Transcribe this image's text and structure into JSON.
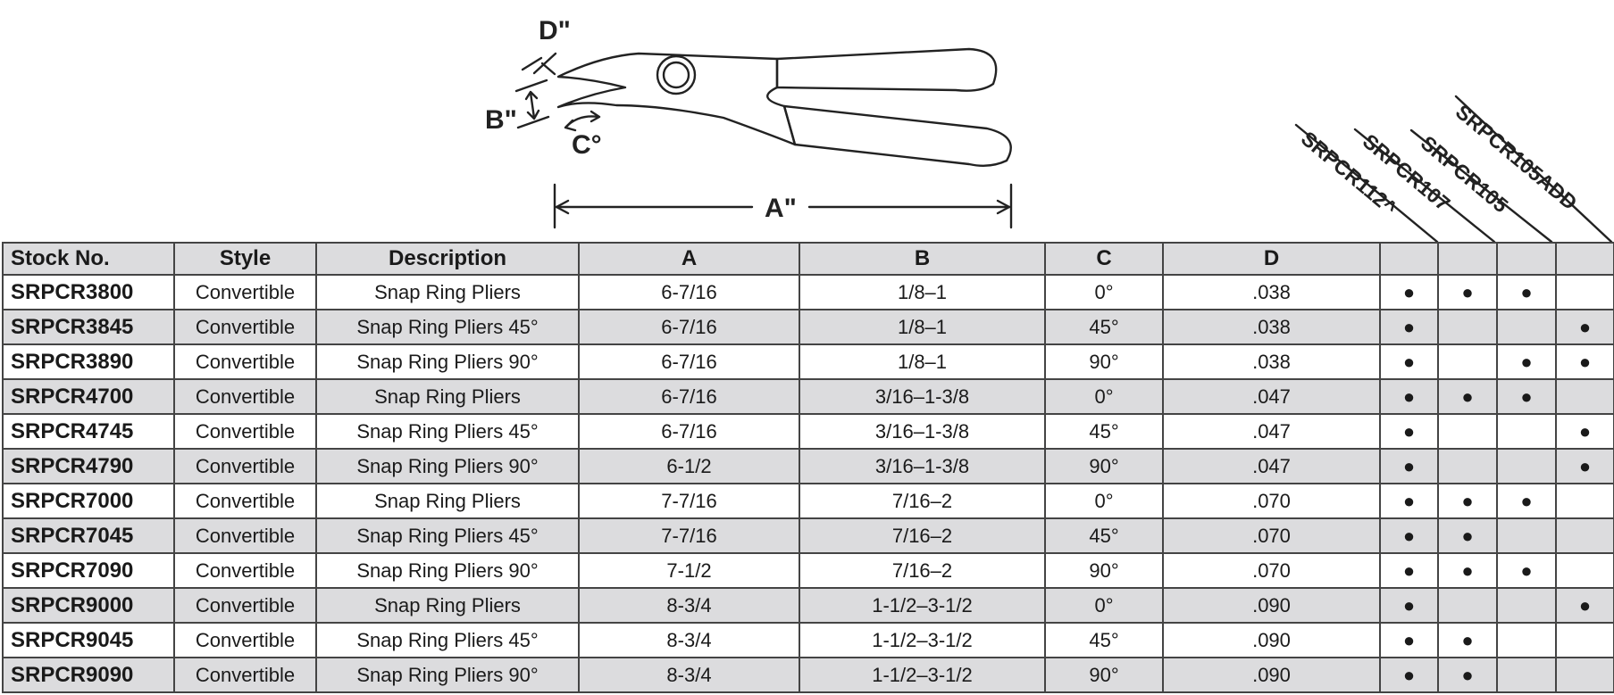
{
  "diagram": {
    "labels": {
      "d": "D\"",
      "b": "B\"",
      "c": "C°",
      "a": "A\""
    },
    "model_headers": [
      "SRPCR112^",
      "SRPCR107",
      "SRPCR105",
      "SRPCR105ADD"
    ]
  },
  "table": {
    "headers": [
      "Stock No.",
      "Style",
      "Description",
      "A",
      "B",
      "C",
      "D"
    ],
    "dot_symbol": "●",
    "rows": [
      {
        "stock": "SRPCR3800",
        "style": "Convertible",
        "desc": "Snap Ring Pliers",
        "a": "6-7/16",
        "b": "1/8–1",
        "c": "0°",
        "d": ".038",
        "models": [
          true,
          true,
          true,
          false
        ]
      },
      {
        "stock": "SRPCR3845",
        "style": "Convertible",
        "desc": "Snap Ring Pliers 45°",
        "a": "6-7/16",
        "b": "1/8–1",
        "c": "45°",
        "d": ".038",
        "models": [
          true,
          false,
          false,
          true
        ]
      },
      {
        "stock": "SRPCR3890",
        "style": "Convertible",
        "desc": "Snap Ring Pliers 90°",
        "a": "6-7/16",
        "b": "1/8–1",
        "c": "90°",
        "d": ".038",
        "models": [
          true,
          false,
          true,
          true
        ]
      },
      {
        "stock": "SRPCR4700",
        "style": "Convertible",
        "desc": "Snap Ring Pliers",
        "a": "6-7/16",
        "b": "3/16–1-3/8",
        "c": "0°",
        "d": ".047",
        "models": [
          true,
          true,
          true,
          false
        ]
      },
      {
        "stock": "SRPCR4745",
        "style": "Convertible",
        "desc": "Snap Ring Pliers 45°",
        "a": "6-7/16",
        "b": "3/16–1-3/8",
        "c": "45°",
        "d": ".047",
        "models": [
          true,
          false,
          false,
          true
        ]
      },
      {
        "stock": "SRPCR4790",
        "style": "Convertible",
        "desc": "Snap Ring Pliers 90°",
        "a": "6-1/2",
        "b": "3/16–1-3/8",
        "c": "90°",
        "d": ".047",
        "models": [
          true,
          false,
          false,
          true
        ]
      },
      {
        "stock": "SRPCR7000",
        "style": "Convertible",
        "desc": "Snap Ring Pliers",
        "a": "7-7/16",
        "b": "7/16–2",
        "c": "0°",
        "d": ".070",
        "models": [
          true,
          true,
          true,
          false
        ]
      },
      {
        "stock": "SRPCR7045",
        "style": "Convertible",
        "desc": "Snap Ring Pliers 45°",
        "a": "7-7/16",
        "b": "7/16–2",
        "c": "45°",
        "d": ".070",
        "models": [
          true,
          true,
          false,
          false
        ]
      },
      {
        "stock": "SRPCR7090",
        "style": "Convertible",
        "desc": "Snap Ring Pliers 90°",
        "a": "7-1/2",
        "b": "7/16–2",
        "c": "90°",
        "d": ".070",
        "models": [
          true,
          true,
          true,
          false
        ]
      },
      {
        "stock": "SRPCR9000",
        "style": "Convertible",
        "desc": "Snap Ring Pliers",
        "a": "8-3/4",
        "b": "1-1/2–3-1/2",
        "c": "0°",
        "d": ".090",
        "models": [
          true,
          false,
          false,
          true
        ]
      },
      {
        "stock": "SRPCR9045",
        "style": "Convertible",
        "desc": "Snap Ring Pliers 45°",
        "a": "8-3/4",
        "b": "1-1/2–3-1/2",
        "c": "45°",
        "d": ".090",
        "models": [
          true,
          true,
          false,
          false
        ]
      },
      {
        "stock": "SRPCR9090",
        "style": "Convertible",
        "desc": "Snap Ring Pliers 90°",
        "a": "8-3/4",
        "b": "1-1/2–3-1/2",
        "c": "90°",
        "d": ".090",
        "models": [
          true,
          true,
          false,
          false
        ]
      }
    ]
  }
}
